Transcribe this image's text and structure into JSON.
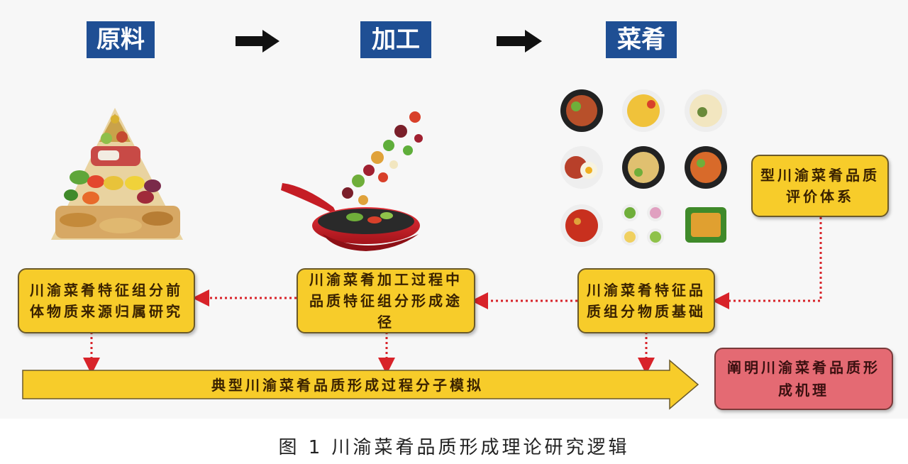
{
  "stages": [
    {
      "label": "原料"
    },
    {
      "label": "加工"
    },
    {
      "label": "菜肴"
    }
  ],
  "boxes": {
    "evaluation_system": "型川渝菜肴品质评价体系",
    "material_basis": "川渝菜肴特征品质组分物质基础",
    "processing_pathway": "川渝菜肴加工过程中品质特征组分形成途径",
    "precursor_source": "川渝菜肴特征组分前体物质来源归属研究",
    "mechanism": "阐明川渝菜肴品质形成机理"
  },
  "main_arrow_label": "典型川渝菜肴品质形成过程分子模拟",
  "caption": "图 1   川渝菜肴品质形成理论研究逻辑",
  "colors": {
    "stage_bg": "#1f4f94",
    "box_yellow": "#f7cc2a",
    "box_red": "#e46a73",
    "dotted_red": "#d8232a"
  }
}
